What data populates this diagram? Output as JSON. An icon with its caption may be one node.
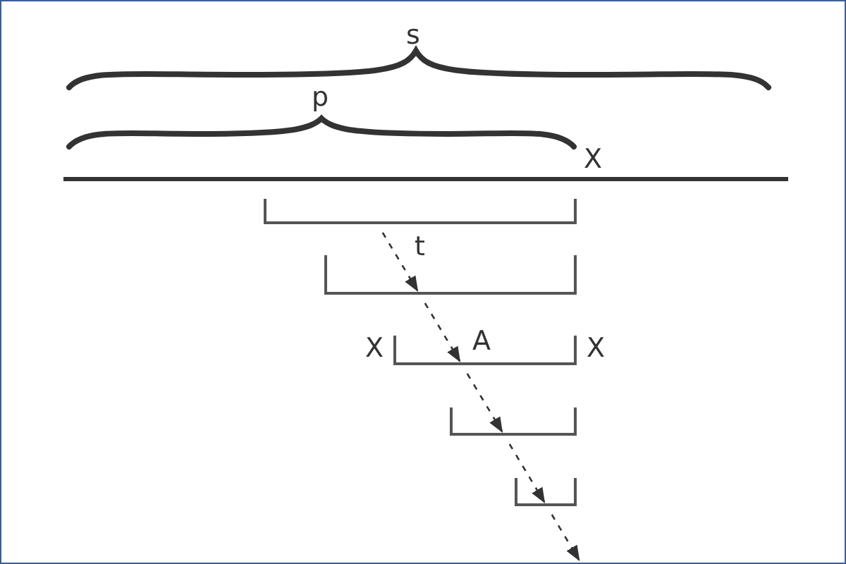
{
  "diagram": {
    "nodes": [
      {
        "text": [],
        "shape": "bracket"
      },
      {
        "text": [],
        "shape": "bracket"
      },
      {
        "text": [
          "A"
        ],
        "beside": [
          "X",
          "X"
        ]
      },
      {
        "text": [],
        "shape": "bracket"
      },
      {
        "text": [],
        "shape": "bracket"
      }
    ],
    "edges": [
      {
        "from": 0,
        "to": 1,
        "arrow": "to",
        "style": "dashed",
        "label": "t"
      },
      {
        "from": 1,
        "to": 2,
        "arrow": "to",
        "style": "dashed"
      },
      {
        "from": 2,
        "to": 3,
        "arrow": "to",
        "style": "dashed"
      },
      {
        "from": 3,
        "to": 4,
        "arrow": "to",
        "style": "dashed"
      },
      {
        "from": 4,
        "to": null,
        "arrow": "to",
        "style": "dashed"
      }
    ],
    "labels": [
      "s",
      "p",
      "X"
    ]
  }
}
